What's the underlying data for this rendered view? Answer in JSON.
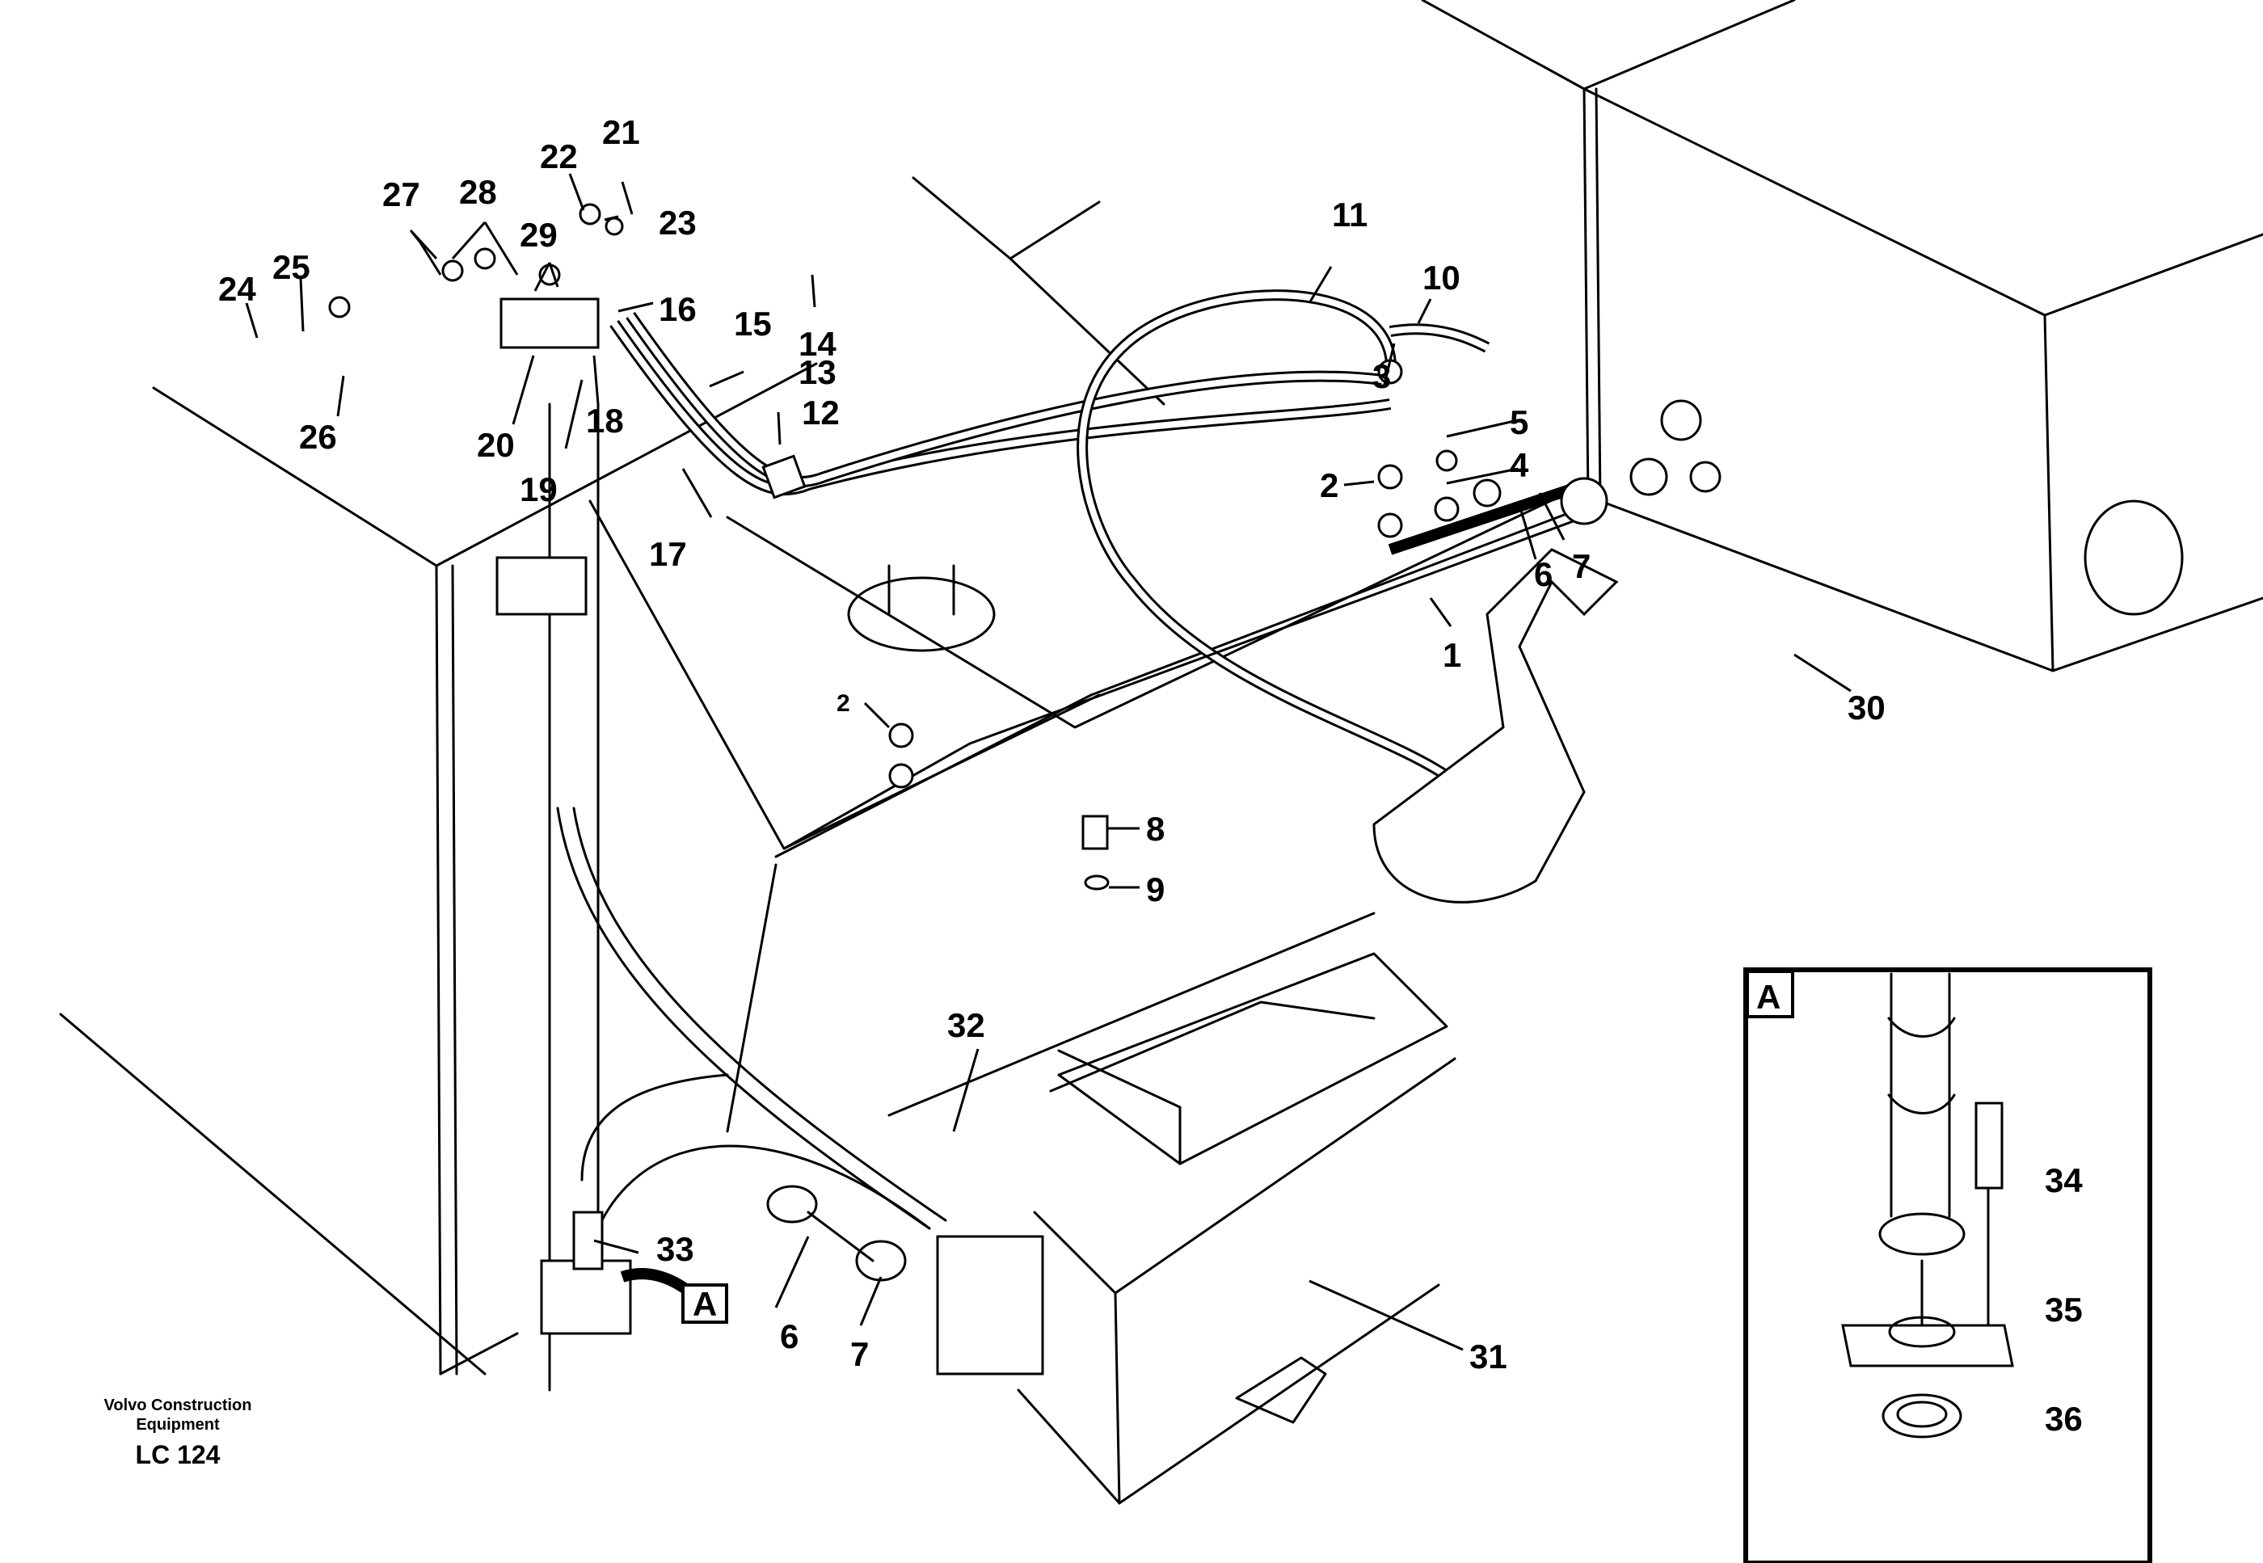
{
  "footer": {
    "brand_line1": "Volvo Construction",
    "brand_line2": "Equipment",
    "figure_code": "LC 124"
  },
  "detail_view": {
    "marker": "A",
    "callouts": [
      "34",
      "35",
      "36"
    ]
  },
  "callouts": {
    "c1": "1",
    "c2": "2",
    "c2b": "2",
    "c3": "3",
    "c4": "4",
    "c5": "5",
    "c6": "6",
    "c6b": "6",
    "c7": "7",
    "c7b": "7",
    "c8": "8",
    "c9": "9",
    "c10": "10",
    "c11": "11",
    "c12": "12",
    "c13": "13",
    "c14": "14",
    "c15": "15",
    "c16": "16",
    "c17": "17",
    "c18": "18",
    "c19": "19",
    "c20": "20",
    "c21": "21",
    "c22": "22",
    "c23": "23",
    "c24": "24",
    "c25": "25",
    "c26": "26",
    "c27": "27",
    "c28": "28",
    "c29": "29",
    "c30": "30",
    "c31": "31",
    "c32": "32",
    "c33": "33",
    "c34": "34",
    "c35": "35",
    "c36": "36",
    "ref_a": "A"
  }
}
